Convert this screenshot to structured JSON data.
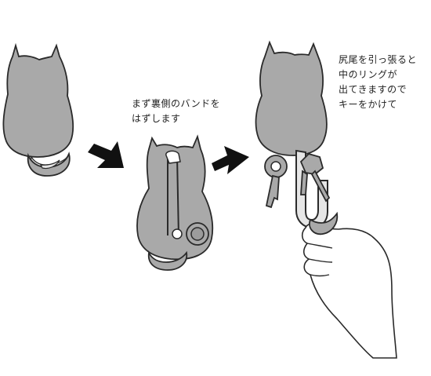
{
  "colors": {
    "body_fill": "#a9a9a9",
    "outline": "#2a2a2a",
    "tail_fill": "#e5e5e5",
    "arrow": "#111111",
    "background": "#ffffff"
  },
  "icons": {
    "step1": "cat-keyholder-icon",
    "step2": "cat-keyholder-back-icon",
    "step3": "cat-keyholder-with-keys-icon",
    "arrow": "arrow-right-icon",
    "hand": "hand-icon",
    "keys": "key-icon"
  },
  "step2": {
    "caption_lines": [
      "まず裏側のバンドを",
      "はずします"
    ]
  },
  "step3": {
    "caption_lines": [
      "尻尾を引っ張ると",
      "中のリングが",
      "出てきますので",
      "キーをかけて"
    ]
  }
}
